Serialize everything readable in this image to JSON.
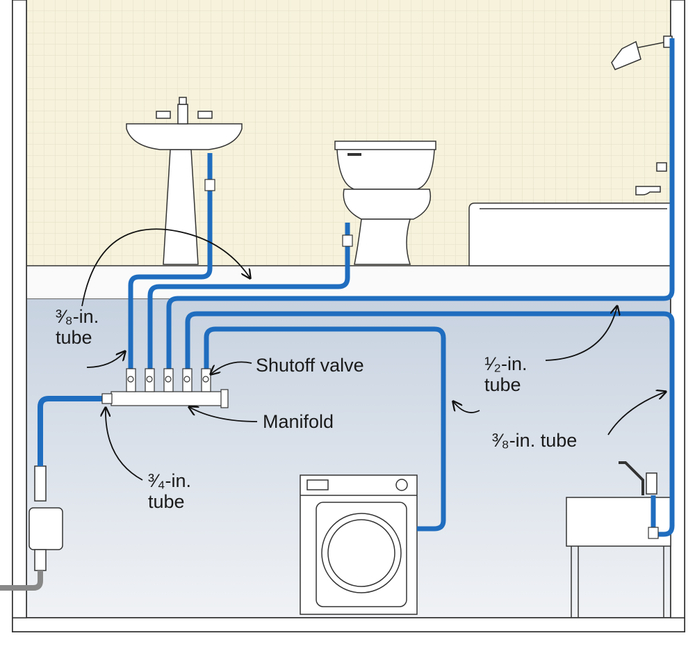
{
  "colors": {
    "tube": "#1f6dbf",
    "wall_tile": "#f6f2dc",
    "basement_top": "#c7d2e0",
    "basement_bottom": "#f0f2f5",
    "outline": "#3a3a3a"
  },
  "labels": {
    "three_eighths_tube_left": {
      "line1": "³⁄₈-in.",
      "line2": "tube"
    },
    "shutoff_valve": "Shutoff valve",
    "manifold": "Manifold",
    "three_quarter_tube": {
      "line1": "³⁄₄-in.",
      "line2": "tube"
    },
    "half_tube": {
      "line1": "¹⁄₂-in.",
      "line2": "tube"
    },
    "three_eighths_tube_right": "³⁄₈-in. tube"
  },
  "fixtures": [
    "pedestal-sink",
    "toilet",
    "bathtub",
    "shower-head",
    "washing-machine",
    "laundry-sink",
    "water-meter"
  ]
}
